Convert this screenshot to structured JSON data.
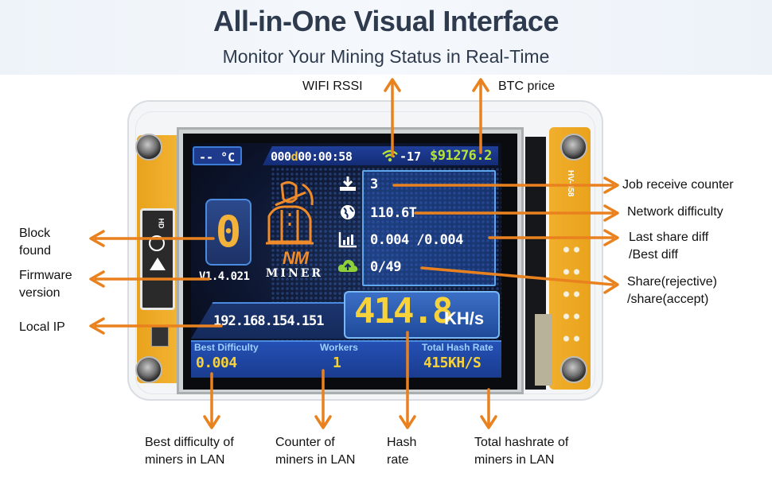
{
  "header": {
    "title": "All-in-One Visual Interface",
    "subtitle": "Monitor Your Mining Status in Real-Time"
  },
  "device": {
    "pcb_label": "HV-458",
    "connector_label": "HD",
    "colors": {
      "pcb": "#eaa423",
      "arrow": "#e9821e",
      "screen_bg": "#0d1630",
      "accent_yellow": "#f7d23a",
      "price_green": "#b6e23a"
    }
  },
  "screen": {
    "temperature": "-- °C",
    "uptime_days": "000",
    "uptime_day_unit": "d",
    "uptime_time": "00:00:58",
    "wifi_icon": "wifi-icon",
    "wifi_rssi": "-17",
    "btc_price": "$91276.2",
    "block_found": "0",
    "firmware_version": "V1.4.021",
    "logo_nm": "NM",
    "logo_miner": "MINER",
    "job_counter": "3",
    "network_difficulty": "110.6T",
    "share_diff": "0.004 /0.004",
    "shares": "0/49",
    "local_ip": "192.168.154.151",
    "hashrate_value": "414.8",
    "hashrate_unit": "KH/s",
    "side_icons": [
      "download-icon",
      "globe-icon",
      "bar-chart-icon",
      "cloud-upload-icon"
    ],
    "bottom": {
      "best_difficulty_label": "Best Difficulty",
      "best_difficulty_value": "0.004",
      "workers_label": "Workers",
      "workers_value": "1",
      "total_hash_label": "Total Hash Rate",
      "total_hash_value": "415KH/S"
    }
  },
  "callouts": {
    "wifi_rssi": "WIFI RSSI",
    "btc_price": "BTC price",
    "job_counter": "Job receive counter",
    "network_difficulty": "Network difficulty",
    "share_diff_1": "Last share diff",
    "share_diff_2": "/Best diff",
    "shares_1": "Share(rejective)",
    "shares_2": "/share(accept)",
    "block_found_1": "Block",
    "block_found_2": "found",
    "firmware_1": "Firmware",
    "firmware_2": "version",
    "local_ip": "Local IP",
    "best_diff_1": "Best difficulty of",
    "best_diff_2": "miners in LAN",
    "counter_1": "Counter of",
    "counter_2": "miners in LAN",
    "hash_1": "Hash",
    "hash_2": "rate",
    "total_hash_1": "Total hashrate of",
    "total_hash_2": "miners in LAN"
  }
}
